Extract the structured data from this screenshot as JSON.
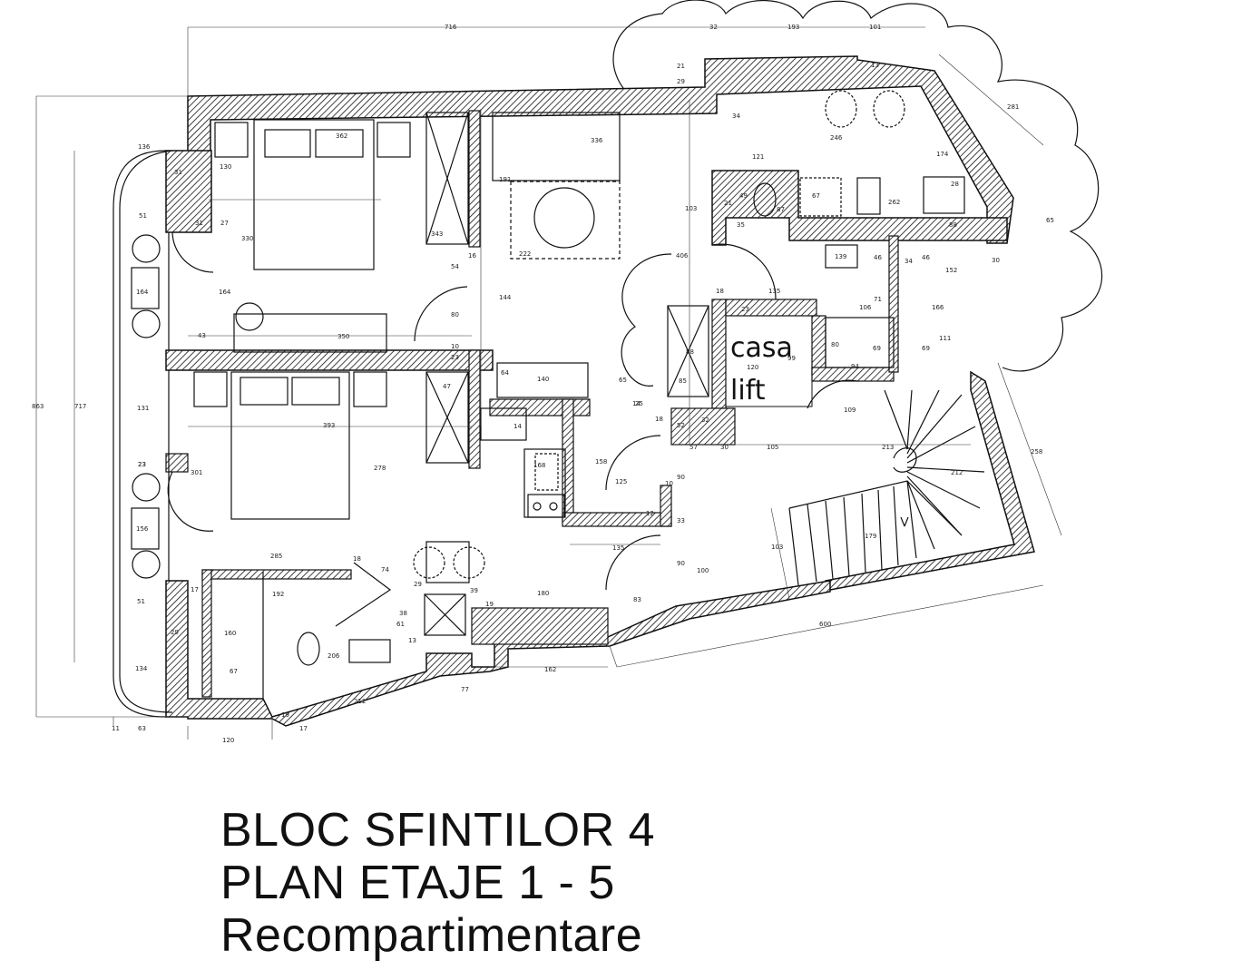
{
  "plan": {
    "room_labels": {
      "lift_line1": "casa",
      "lift_line2": "lift"
    },
    "dimensions": [
      "716",
      "32",
      "193",
      "101",
      "21",
      "29",
      "13",
      "34",
      "246",
      "174",
      "281",
      "65",
      "136",
      "31",
      "130",
      "362",
      "191",
      "336",
      "121",
      "49",
      "67",
      "262",
      "28",
      "88",
      "51",
      "31",
      "27",
      "330",
      "343",
      "54",
      "222",
      "21",
      "35",
      "87",
      "103",
      "406",
      "164",
      "164",
      "16",
      "144",
      "80",
      "139",
      "46",
      "34",
      "46",
      "152",
      "30",
      "18",
      "135",
      "23",
      "106",
      "71",
      "166",
      "43",
      "350",
      "10",
      "23",
      "80",
      "69",
      "69",
      "111",
      "64",
      "140",
      "65",
      "47",
      "14",
      "25",
      "85",
      "88",
      "120",
      "99",
      "109",
      "94",
      "863",
      "717",
      "131",
      "393",
      "278",
      "14",
      "158",
      "18",
      "52",
      "32",
      "57",
      "30",
      "105",
      "213",
      "258",
      "23",
      "301",
      "168",
      "125",
      "10",
      "90",
      "212",
      "156",
      "12",
      "33",
      "179",
      "103",
      "23",
      "17",
      "285",
      "18",
      "74",
      "135",
      "90",
      "100",
      "192",
      "29",
      "19",
      "180",
      "83",
      "51",
      "160",
      "39",
      "61",
      "13",
      "38",
      "29",
      "206",
      "67",
      "134",
      "77",
      "162",
      "212",
      "600",
      "11",
      "63",
      "120",
      "17",
      "19"
    ]
  },
  "title": {
    "line1": "BLOC SFINTILOR 4",
    "line2": "PLAN ETAJE 1 - 5",
    "line3": "Recompartimentare"
  }
}
